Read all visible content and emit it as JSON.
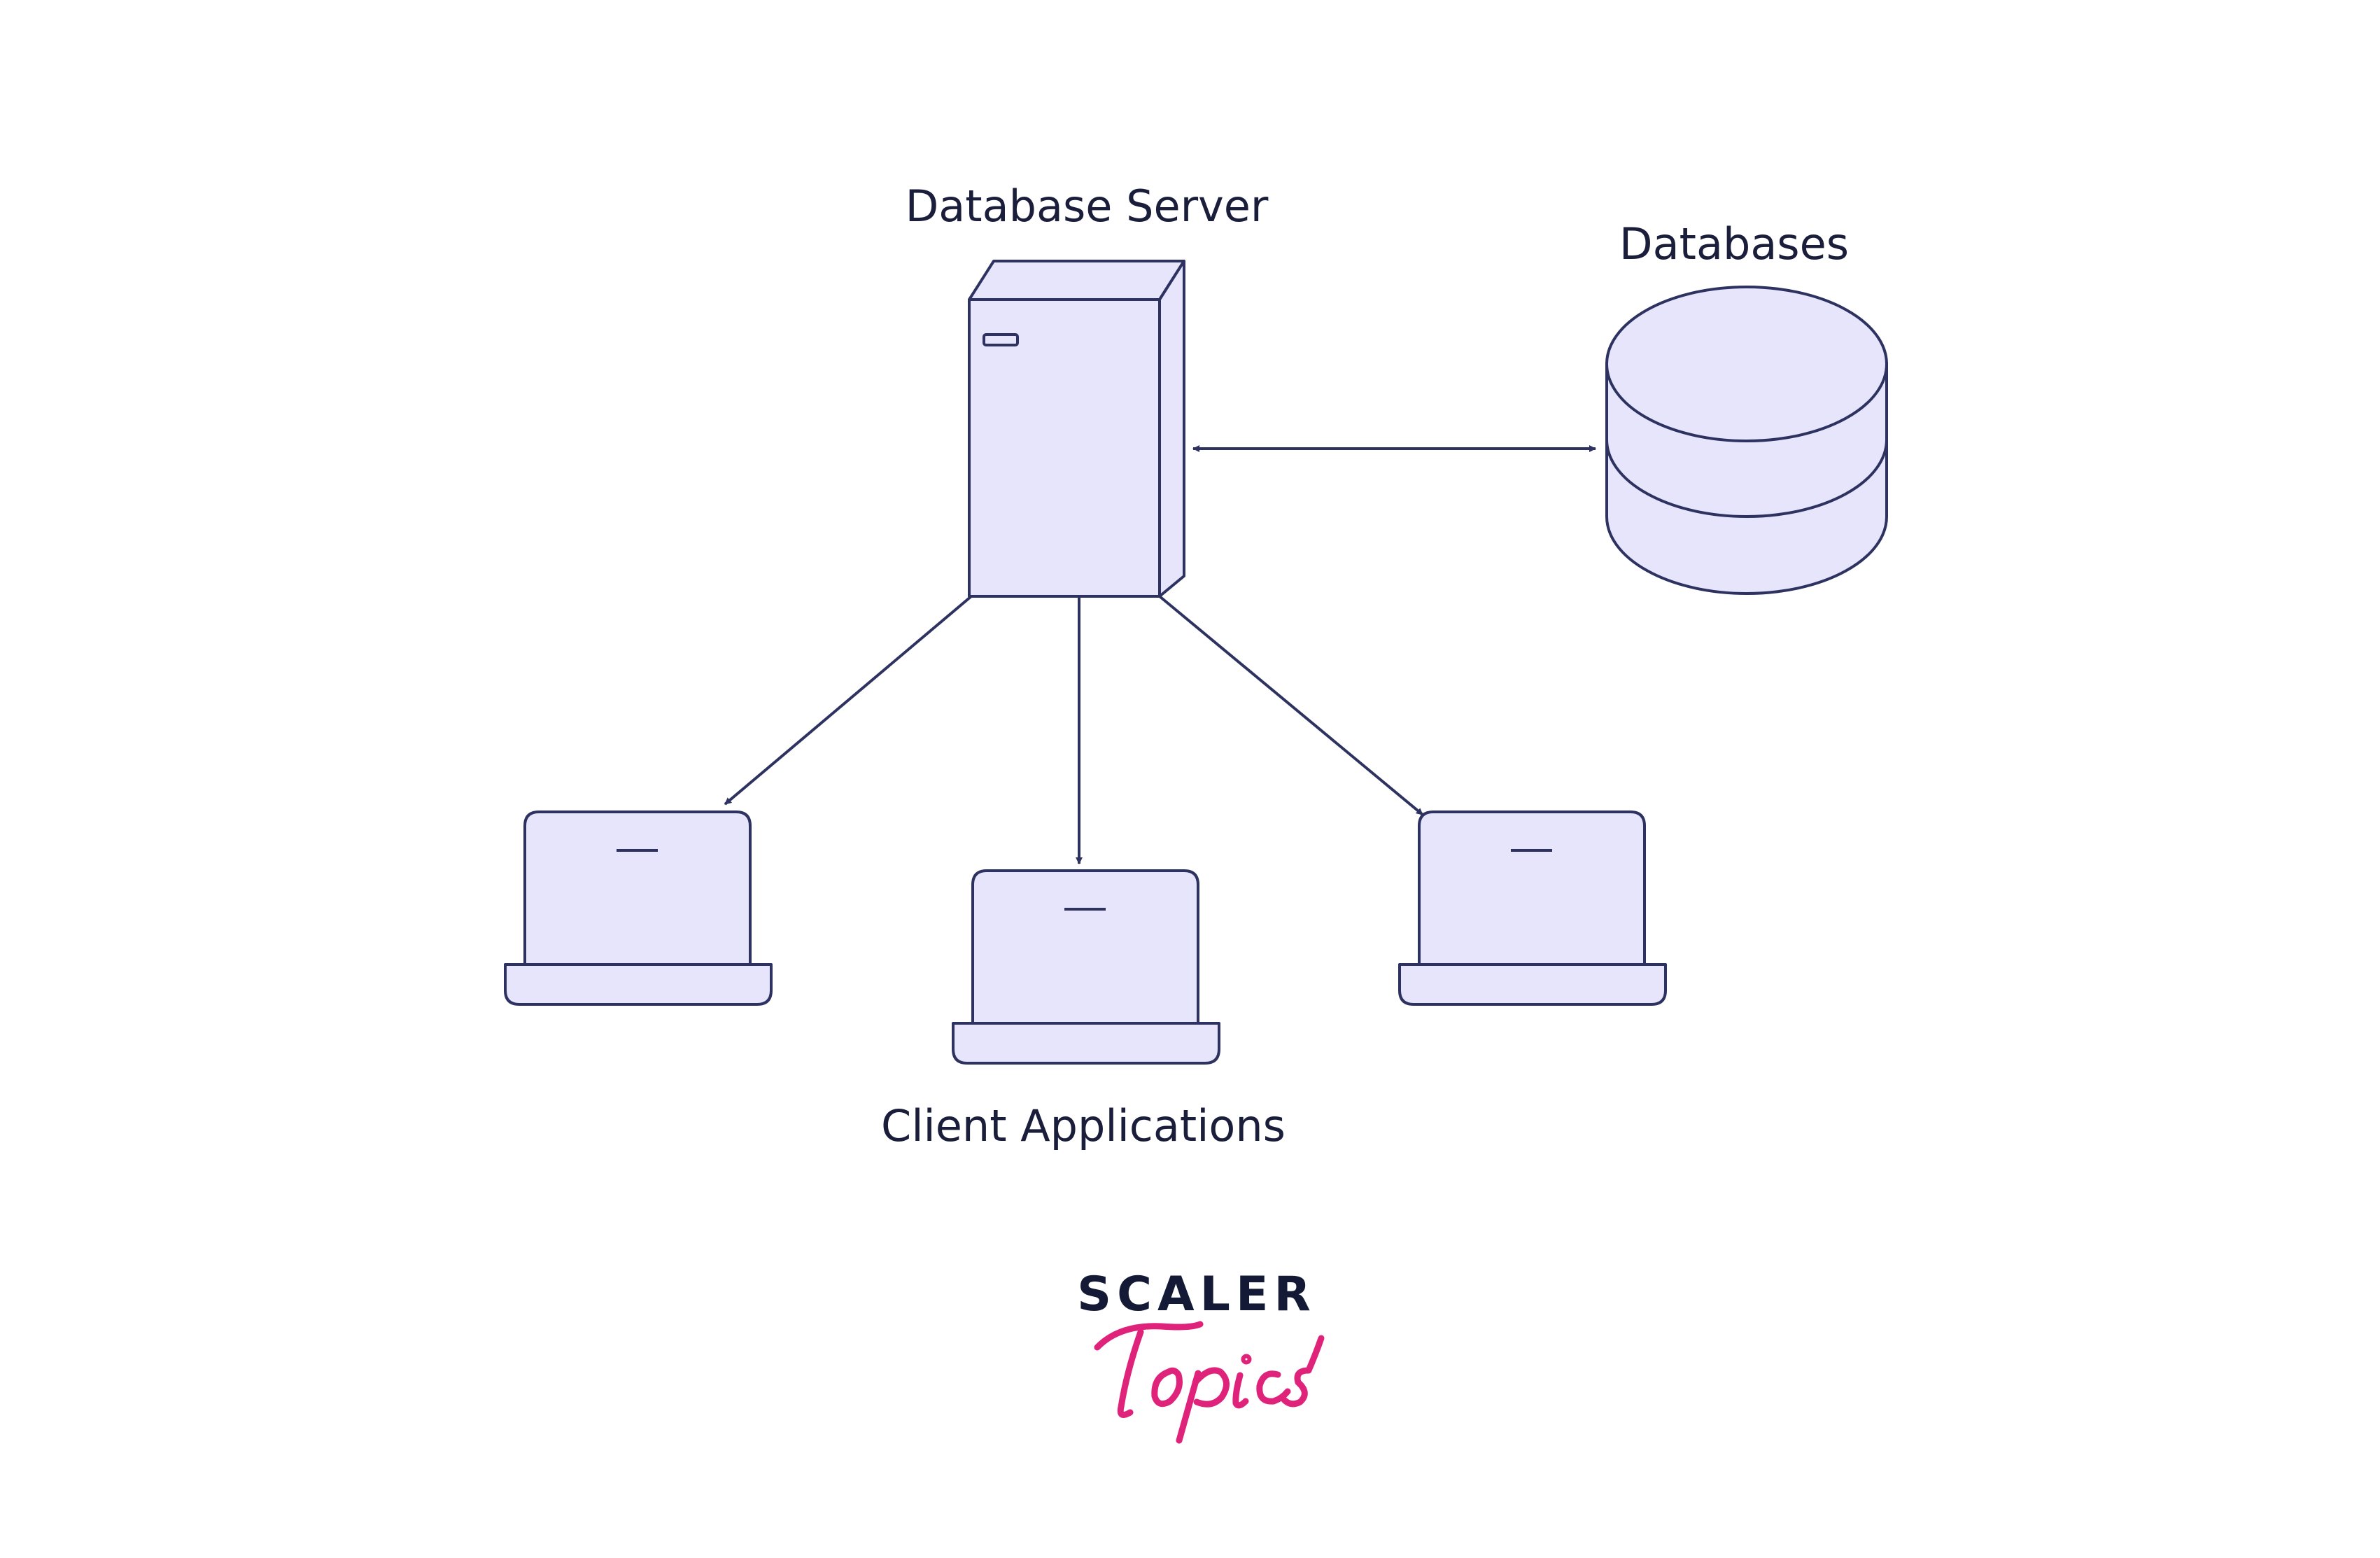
{
  "labels": {
    "server": "Database Server",
    "databases": "Databases",
    "clients": "Client Applications"
  },
  "logo": {
    "line1": "SCALER",
    "line2": "Topics"
  },
  "colors": {
    "stroke": "#2e3260",
    "fill": "#e6e5fc",
    "text": "#1b1e3a",
    "brand_dark": "#141a36",
    "brand_pink": "#e0237a"
  }
}
